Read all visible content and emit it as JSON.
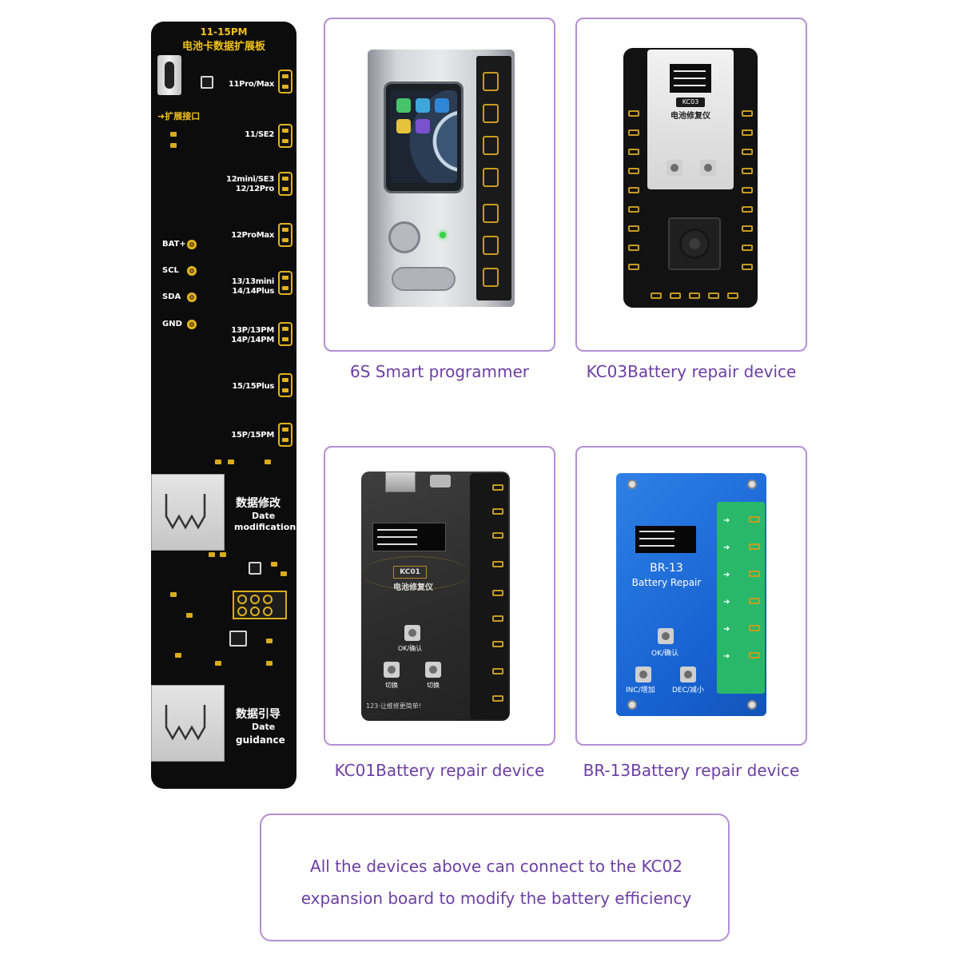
{
  "board": {
    "title_line1": "11-15PM",
    "title_line2": "电池卡数据扩展板",
    "expansion_label": "➜扩展接口",
    "pads": [
      {
        "label_lines": [
          "11Pro/Max"
        ]
      },
      {
        "label_lines": [
          "11/SE2"
        ]
      },
      {
        "label_lines": [
          "12mini/SE3",
          "12/12Pro"
        ]
      },
      {
        "label_lines": [
          "12ProMax"
        ]
      },
      {
        "label_lines": [
          "13/13mini",
          "14/14Plus"
        ]
      },
      {
        "label_lines": [
          "13P/13PM",
          "14P/14PM"
        ]
      },
      {
        "label_lines": [
          "15/15Plus"
        ]
      },
      {
        "label_lines": [
          "15P/15PM"
        ]
      }
    ],
    "pins": [
      "BAT+",
      "SCL",
      "SDA",
      "GND"
    ],
    "port1": {
      "cn": "数据修改",
      "en1": "Date",
      "en2": "modification"
    },
    "port2": {
      "cn": "数据引导",
      "en1": "Date",
      "en2": "guidance"
    }
  },
  "devices": [
    {
      "caption": "6S Smart programmer"
    },
    {
      "caption": "KC03Battery repair device",
      "badge": "KC03",
      "subtitle": "电池修复仪"
    },
    {
      "caption": "KC01Battery repair device",
      "badge": "KC01",
      "subtitle": "电池修复仪",
      "buttons": {
        "ok": "OK/确认",
        "left": "切换",
        "right": "切换"
      },
      "footer": "123·让维修更简单!"
    },
    {
      "caption": "BR-13Battery repair device",
      "title1": "BR-13",
      "title2": "Battery Repair",
      "buttons": {
        "ok": "OK/确认",
        "inc": "INC/增加",
        "dec": "DEC/减小"
      }
    }
  ],
  "note": {
    "line1": "All the devices above can connect to the KC02",
    "line2": "expansion board to modify the battery efficiency"
  },
  "colors": {
    "accent": "#6c3ea3",
    "card_border": "#b38fd4",
    "pcb": "#0c0c0c",
    "gold": "#e0b21f",
    "br13_blue": "#1f6fdc"
  }
}
